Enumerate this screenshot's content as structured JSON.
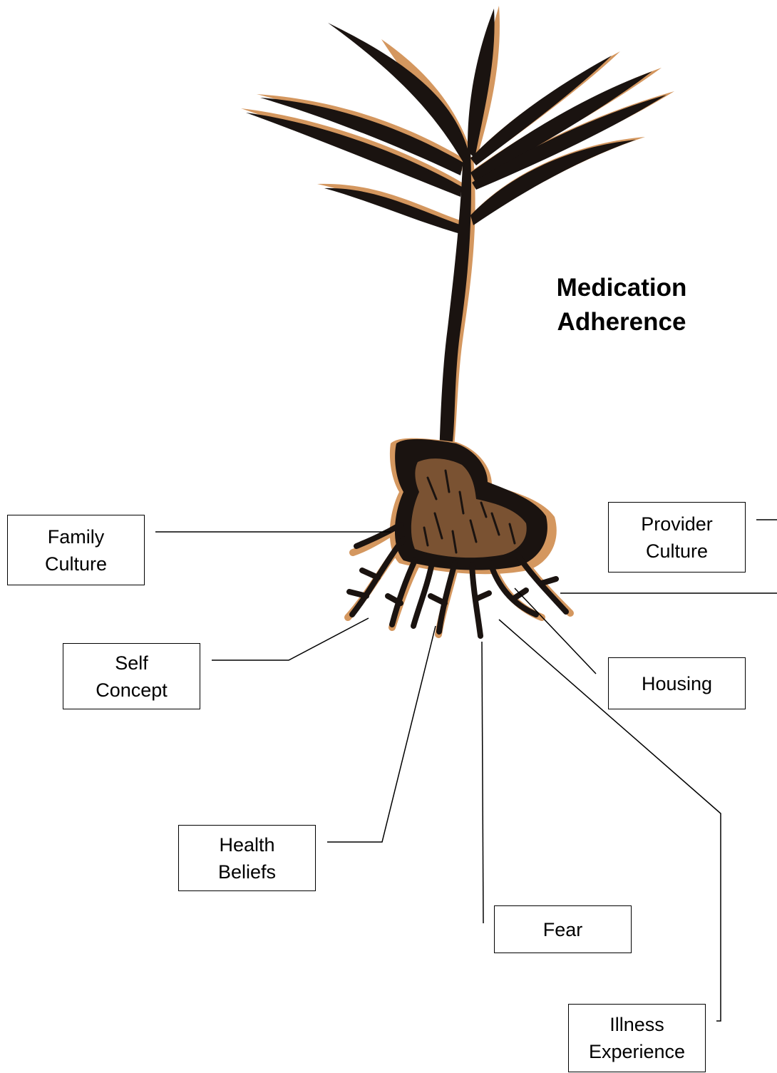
{
  "title": {
    "line1": "Medication",
    "line2": "Adherence"
  },
  "labels": {
    "family_culture": {
      "line1": "Family",
      "line2": "Culture"
    },
    "self_concept": {
      "line1": "Self",
      "line2": "Concept"
    },
    "health_beliefs": {
      "line1": "Health",
      "line2": "Beliefs"
    },
    "fear": {
      "line1": "Fear"
    },
    "illness_experience": {
      "line1": "Illness",
      "line2": "Experience"
    },
    "housing": {
      "line1": "Housing"
    },
    "provider_culture": {
      "line1": "Provider",
      "line2": "Culture"
    }
  },
  "colors": {
    "plant_dark": "#1a1310",
    "plant_shadow": "#d4975f",
    "soil": "#7a5232",
    "line": "#000000"
  }
}
